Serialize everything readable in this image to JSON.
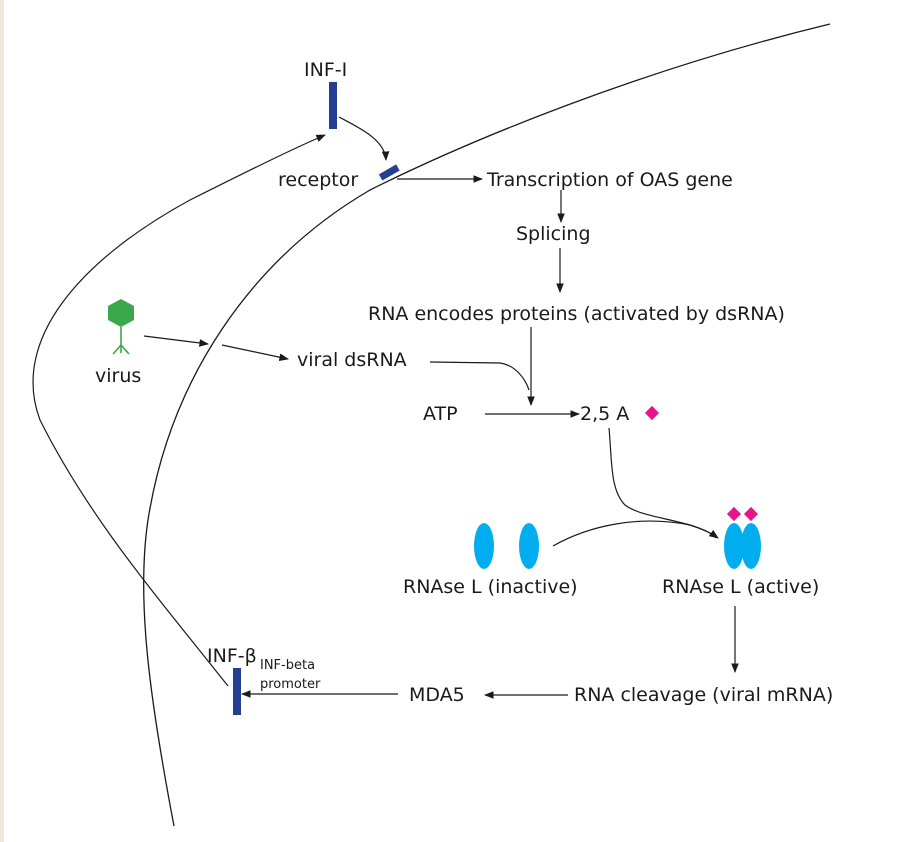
{
  "title": "Interferon / OAS / RNase L antiviral pathway",
  "colors": {
    "membrane": "#1a1a1a",
    "interferon_bar": "#233f91",
    "virus": "#3aa84a",
    "oligoadenylate": "#e5168a",
    "rnase_l": "#00aeef",
    "arrow": "#1a1a1a",
    "edge_strip": "#ede6db"
  },
  "nodes": {
    "inf_i": {
      "label": "INF-I",
      "icon": "interferon-bar"
    },
    "receptor": {
      "label": "receptor",
      "icon": "receptor-bar"
    },
    "transcription": {
      "label": "Transcription of OAS gene"
    },
    "splicing": {
      "label": "Splicing"
    },
    "rna_encodes": {
      "label": "RNA encodes proteins (activated by dsRNA)"
    },
    "virus": {
      "label": "virus",
      "icon": "virus-hexagon"
    },
    "viral_dsrna": {
      "label": "viral dsRNA"
    },
    "atp": {
      "label": "ATP"
    },
    "two_five_a": {
      "label": "2,5 A",
      "icon": "magenta-diamond"
    },
    "rnase_inactive": {
      "label": "RNAse L (inactive)",
      "icon": "two-separate-ovals"
    },
    "rnase_active": {
      "label": "RNAse L (active)",
      "icon": "dimer-ovals-with-diamonds"
    },
    "rna_cleavage": {
      "label": "RNA cleavage (viral mRNA)"
    },
    "mda5": {
      "label": "MDA5"
    },
    "inf_beta": {
      "label": "INF-β",
      "icon": "interferon-bar"
    },
    "inf_beta_promoter": {
      "line1": "INF-beta",
      "line2": "promoter"
    }
  },
  "edges": [
    {
      "from": "inf_beta",
      "to": "inf_i"
    },
    {
      "from": "inf_i",
      "to": "receptor"
    },
    {
      "from": "receptor",
      "to": "transcription"
    },
    {
      "from": "transcription",
      "to": "splicing"
    },
    {
      "from": "splicing",
      "to": "rna_encodes"
    },
    {
      "from": "virus",
      "to": "viral_dsrna"
    },
    {
      "from": "viral_dsrna",
      "to": "atp_arrow"
    },
    {
      "from": "rna_encodes",
      "to": "atp_arrow"
    },
    {
      "from": "atp",
      "to": "two_five_a"
    },
    {
      "from": "two_five_a",
      "to": "rnase_active"
    },
    {
      "from": "rnase_inactive",
      "to": "rnase_active"
    },
    {
      "from": "rnase_active",
      "to": "rna_cleavage"
    },
    {
      "from": "rna_cleavage",
      "to": "mda5"
    },
    {
      "from": "mda5",
      "to": "inf_beta"
    }
  ]
}
